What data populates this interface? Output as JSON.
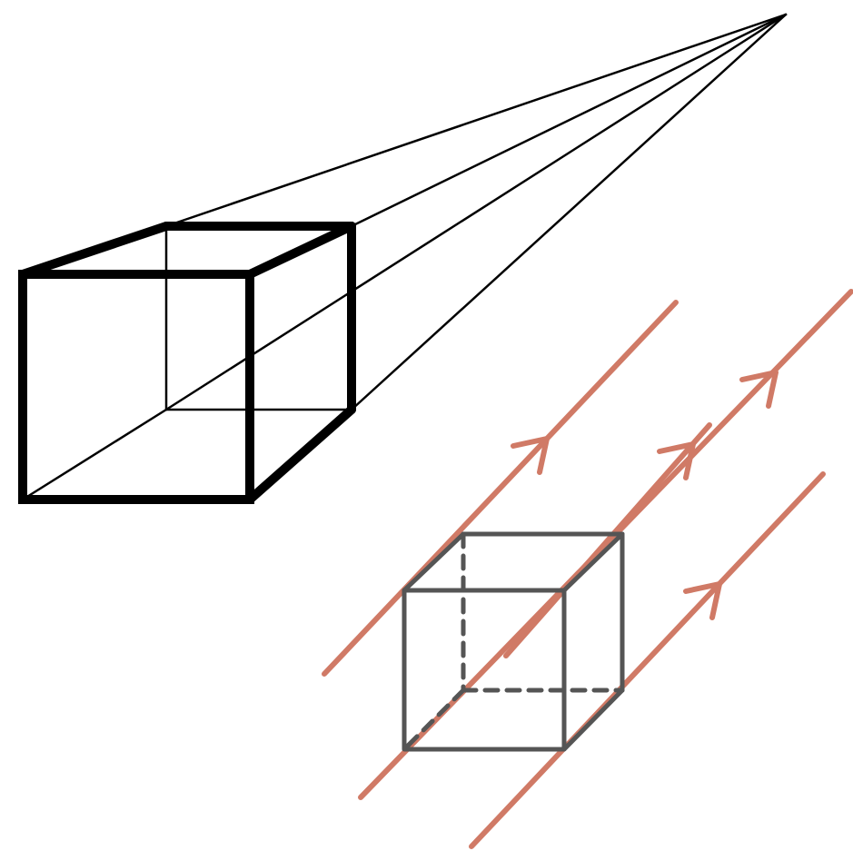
{
  "colors": {
    "background": "#ffffff",
    "perspective_cube": "#000000",
    "projection_lines": "#000000",
    "parallel_cube": "#555555",
    "parallel_rays": "#d07a66"
  },
  "perspective_view": {
    "has_vanishing_point": true,
    "converging_lines": 4
  },
  "parallel_view": {
    "hidden_edges": "dashed",
    "parallel_rays": 4,
    "ray_direction_arrows": 4
  }
}
